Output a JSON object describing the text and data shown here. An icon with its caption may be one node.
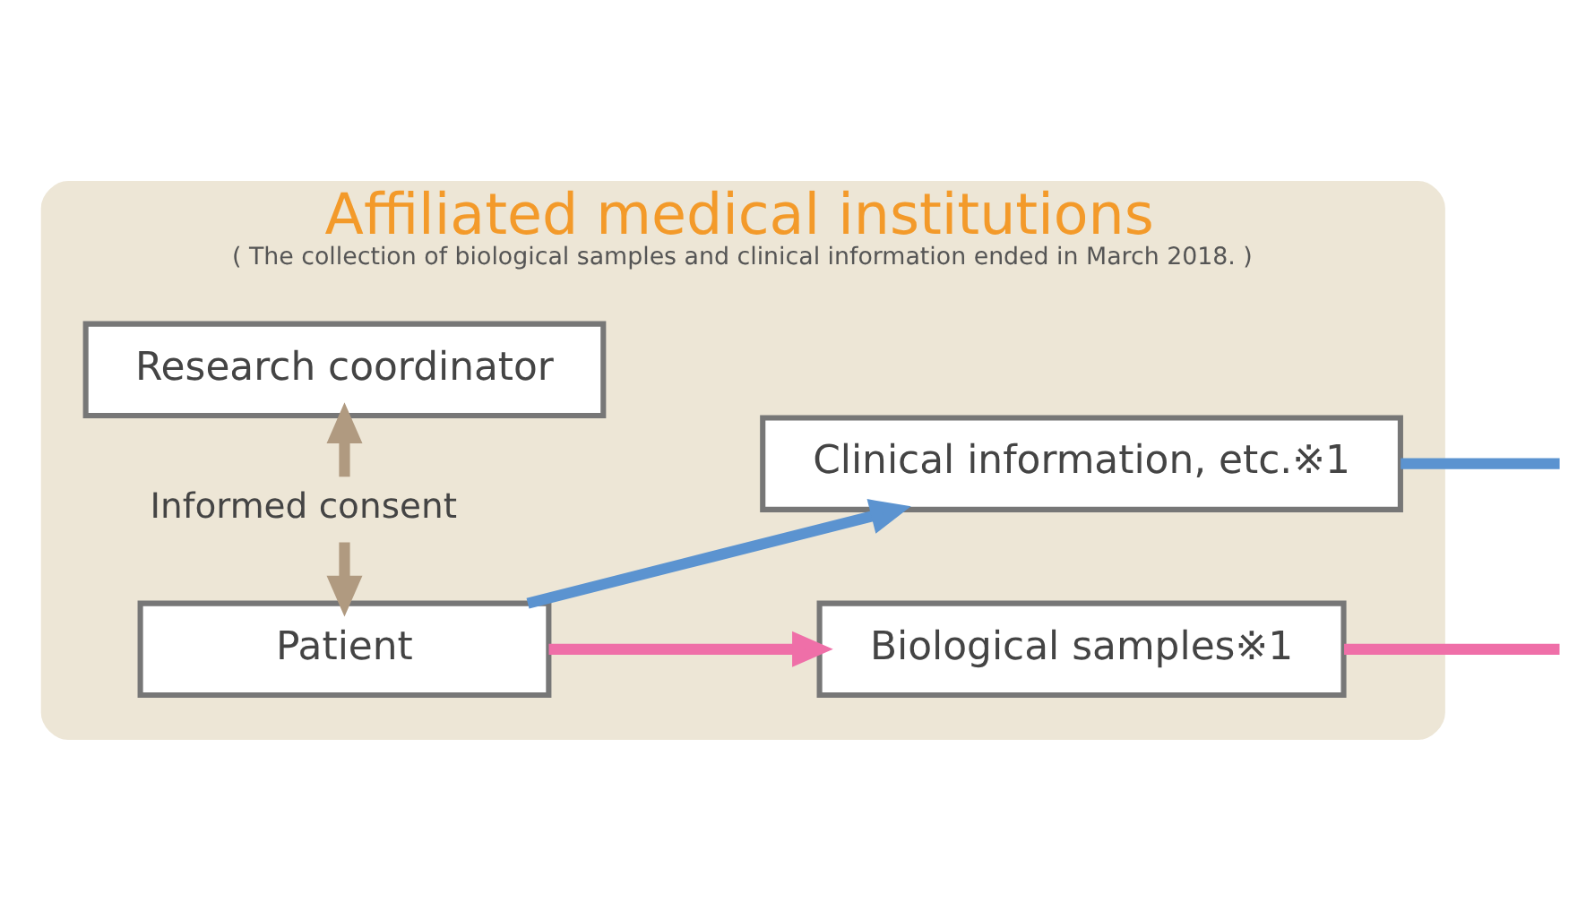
{
  "diagram": {
    "nodes": [
      {
        "text": [
          "Affiliated medical institutions",
          "( The collection of biological samples and clinical information ended in March 2018. )"
        ]
      },
      {
        "text": [
          "Patient"
        ],
        "in": 0
      },
      {
        "text": [
          "Clinical information, etc.※1"
        ],
        "in": 0
      },
      {
        "text": [
          "Biological samples※1"
        ],
        "in": 0
      },
      {
        "text": [
          "Research coordinator"
        ],
        "in": 0
      }
    ],
    "edges": [
      {
        "from": 1,
        "to": 2,
        "arrow": "to",
        "color": "#5b93d0"
      },
      {
        "from": 1,
        "to": 3,
        "arrow": "to",
        "color": "#ef6fa8"
      },
      {
        "from": 1,
        "to": 4,
        "arrow": "both",
        "label": "Informed consent",
        "color": "#b09a80"
      },
      {
        "from": 2,
        "to": null,
        "arrow": "none",
        "color": "#5b93d0"
      },
      {
        "from": 3,
        "to": null,
        "arrow": "none",
        "color": "#ef6fa8"
      }
    ]
  }
}
